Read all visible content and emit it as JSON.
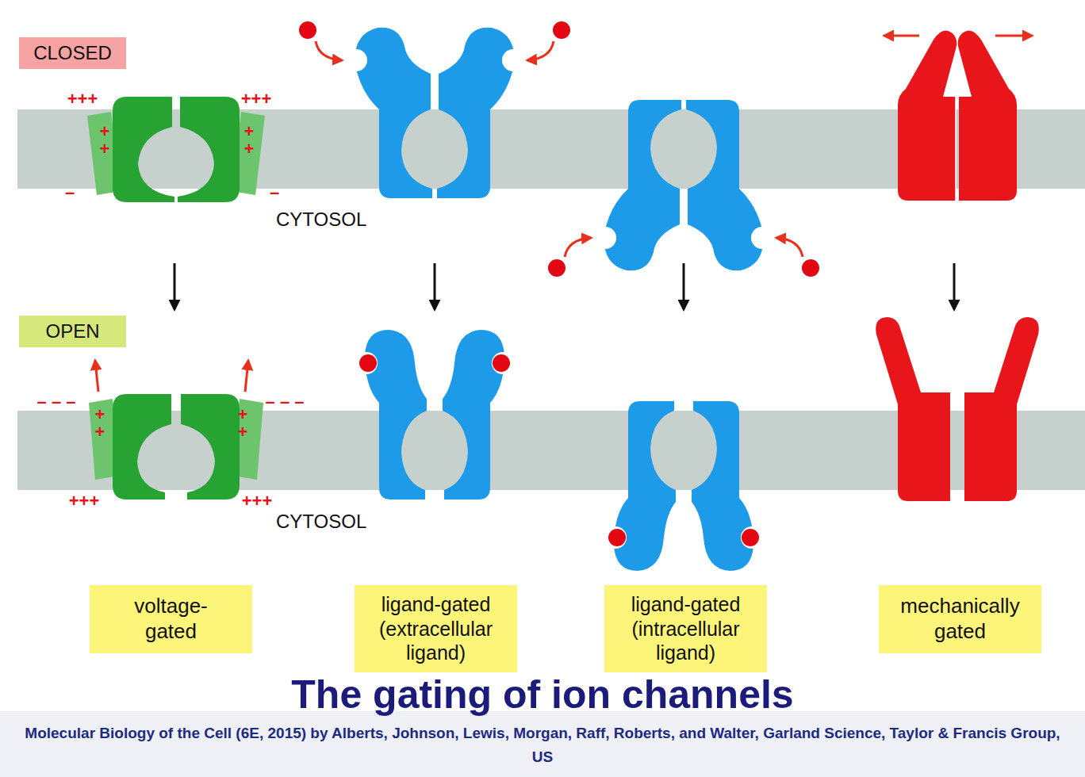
{
  "diagram": {
    "title": "The gating of ion channels",
    "caption": "Molecular Biology of the Cell (6E, 2015)  by Alberts, Johnson, Lewis, Morgan, Raff, Roberts, and Walter, Garland Science, Taylor & Francis Group, US",
    "nodes": [
      {
        "text": [
          "CLOSED"
        ]
      },
      {
        "text": [
          "OPEN"
        ]
      },
      {
        "text": [
          "voltage-gated"
        ]
      },
      {
        "text": [
          "ligand-gated (extracellular ligand)"
        ]
      },
      {
        "text": [
          "ligand-gated (intracellular ligand)"
        ]
      },
      {
        "text": [
          "mechanically gated"
        ]
      }
    ],
    "labels": [
      "CYTOSOL",
      "CYTOSOL",
      "+++",
      "+++",
      "+ +",
      "+ +",
      "–",
      "–",
      "– – –",
      "+ +",
      "+ +",
      "– – –",
      "+++",
      "+++"
    ]
  }
}
